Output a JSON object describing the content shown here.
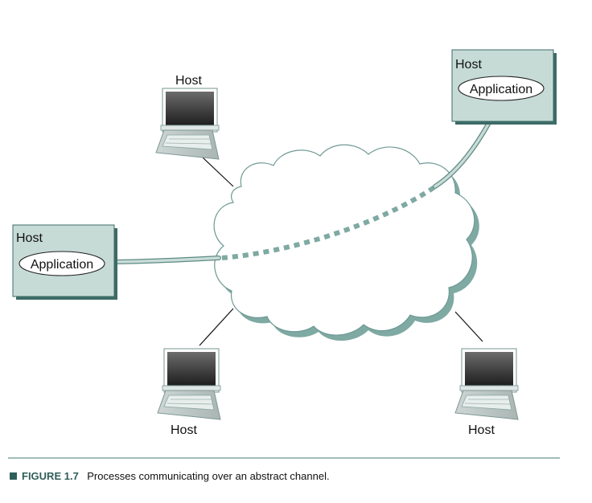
{
  "hosts": {
    "top": {
      "label": "Host"
    },
    "bottom_left": {
      "label": "Host"
    },
    "bottom_right": {
      "label": "Host"
    },
    "app_left": {
      "label": "Host",
      "app_label": "Application"
    },
    "app_right": {
      "label": "Host",
      "app_label": "Application"
    }
  },
  "caption": {
    "figure_number": "FIGURE 1.7",
    "text": "Processes communicating over an abstract channel."
  },
  "colors": {
    "box_fill": "#c7dbd6",
    "box_shadow": "#3e6b67",
    "cloud_shadow": "#7fa9a3",
    "channel": "#8fb4ae",
    "accent": "#2f5e5a"
  }
}
